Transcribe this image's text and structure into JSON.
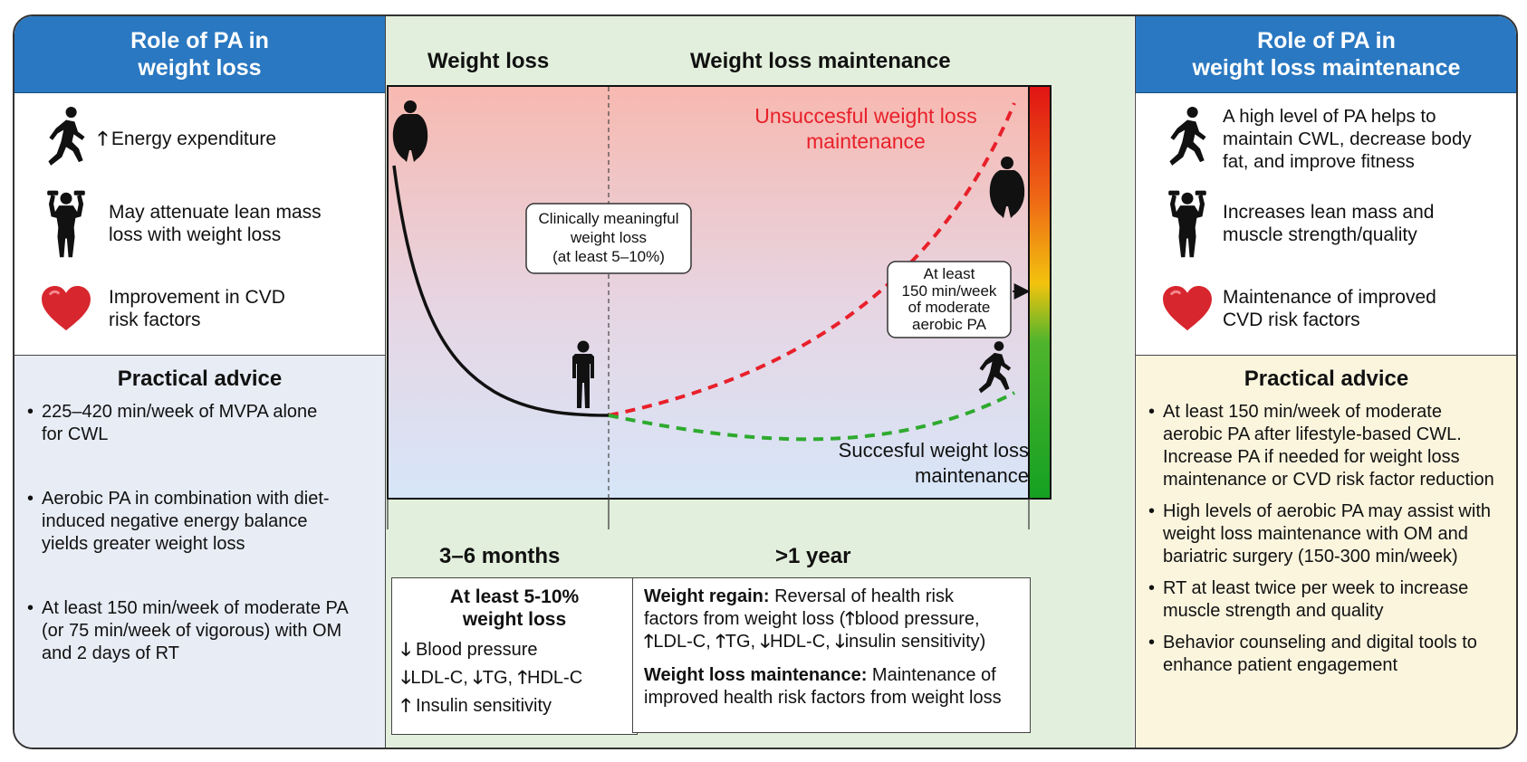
{
  "left": {
    "header": "Role of PA in\nweight loss",
    "roles": [
      {
        "icon": "runner-icon",
        "text": "Energy expenditure"
      },
      {
        "icon": "dumbbell-person-icon",
        "text": "May attenuate lean mass\nloss with weight loss"
      },
      {
        "icon": "heart-icon",
        "text": "Improvement in CVD\nrisk factors"
      }
    ],
    "advice_title": "Practical advice",
    "advice": [
      "225–420 min/week of MVPA alone for CWL",
      "Aerobic PA in combination with diet-induced negative energy balance yields greater weight loss",
      "At least 150 min/week of moderate PA (or 75 min/week of vigorous) with OM and 2 days of RT"
    ]
  },
  "middle": {
    "heading_weight_loss": "Weight loss",
    "heading_maintenance": "Weight loss maintenance",
    "label_unsuccessful": "Unsuccesful weight loss\nmaintenance",
    "label_successful": "Succesful weight loss\nmaintenance",
    "label_clinical": "Clinically meaningful\nweight loss\n(at least 5–10%)",
    "label_pa": "At least\n150 min/week\nof moderate\naerobic PA",
    "time_short": "3–6 months",
    "time_long": ">1 year",
    "box_left": {
      "title": "At least 5-10%\nweight loss",
      "line1": "Blood pressure",
      "line2_a": "LDL-C,",
      "line2_b": "TG,",
      "line2_c": "HDL-C",
      "line3": "Insulin sensitivity"
    },
    "box_right": {
      "regain_title": "Weight regain:",
      "regain_text1": " Reversal of health risk",
      "regain_text2": "factors from weight loss (",
      "regain_bp": "blood pressure,",
      "regain_ldl": "LDL-C,",
      "regain_tg": "TG,",
      "regain_hdl": "HDL-C,",
      "regain_ins": "insulin sensitivity)",
      "maint_title": "Weight loss maintenance:",
      "maint_text1": " Maintenance of",
      "maint_text2": "improved health risk factors from weight loss"
    },
    "colors": {
      "unsuccessful": "#e8202a",
      "successful": "#2eaa2e",
      "curve": "#111111"
    }
  },
  "right": {
    "header": "Role of PA in\nweight loss maintenance",
    "roles": [
      {
        "icon": "runner-icon",
        "text": "A high level of PA helps to\nmaintain CWL, decrease body\nfat, and improve fitness"
      },
      {
        "icon": "dumbbell-person-icon",
        "text": "Increases lean mass and\nmuscle strength/quality"
      },
      {
        "icon": "heart-icon",
        "text": "Maintenance of improved\nCVD risk factors"
      }
    ],
    "advice_title": "Practical advice",
    "advice": [
      "At least 150 min/week of moderate aerobic PA after lifestyle-based CWL. Increase PA if needed for weight loss maintenance or CVD risk factor reduction",
      "High levels of aerobic PA may assist with weight loss maintenance with OM and bariatric surgery (150-300 min/week)",
      "RT at least twice per week to increase muscle strength and quality",
      "Behavior counseling and digital tools to enhance patient engagement"
    ]
  }
}
